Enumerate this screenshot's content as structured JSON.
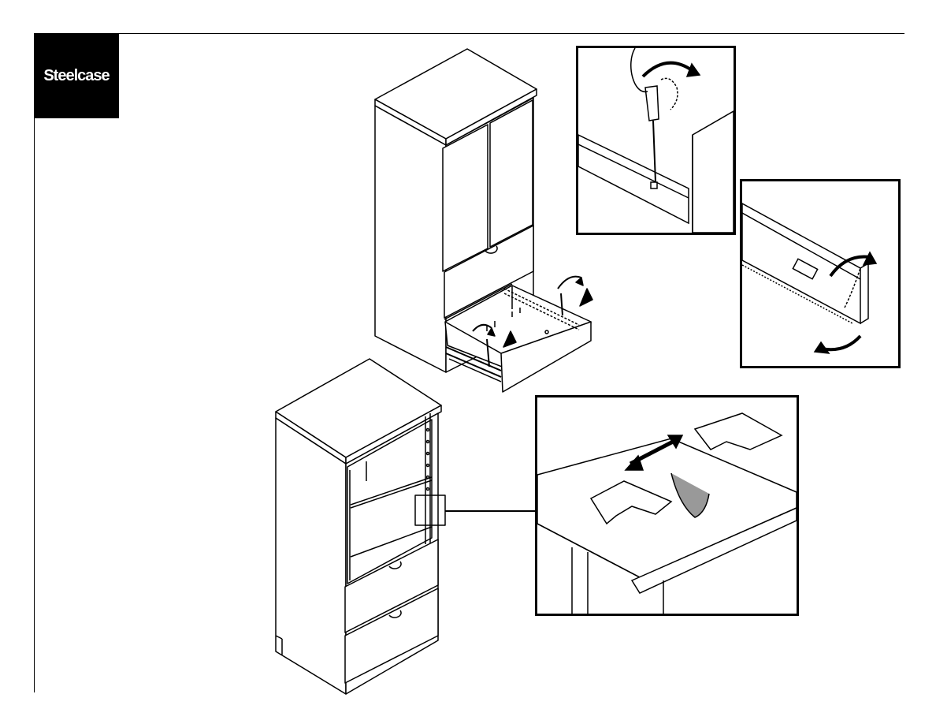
{
  "brand": {
    "name": "Steelcase",
    "background": "#000000",
    "text_color": "#ffffff"
  },
  "illustrations": {
    "upper_cabinet": "wardrobe-cabinet-with-open-drawer",
    "lower_cabinet": "open-cabinet-with-drawers",
    "inset_screwdriver": "screwdriver-removing-slide-screw",
    "inset_rail": "drawer-rail-rotate",
    "inset_bracket": "shelf-bracket-slide"
  },
  "colors": {
    "line": "#000000",
    "paper": "#ffffff",
    "shade": "#999999"
  }
}
